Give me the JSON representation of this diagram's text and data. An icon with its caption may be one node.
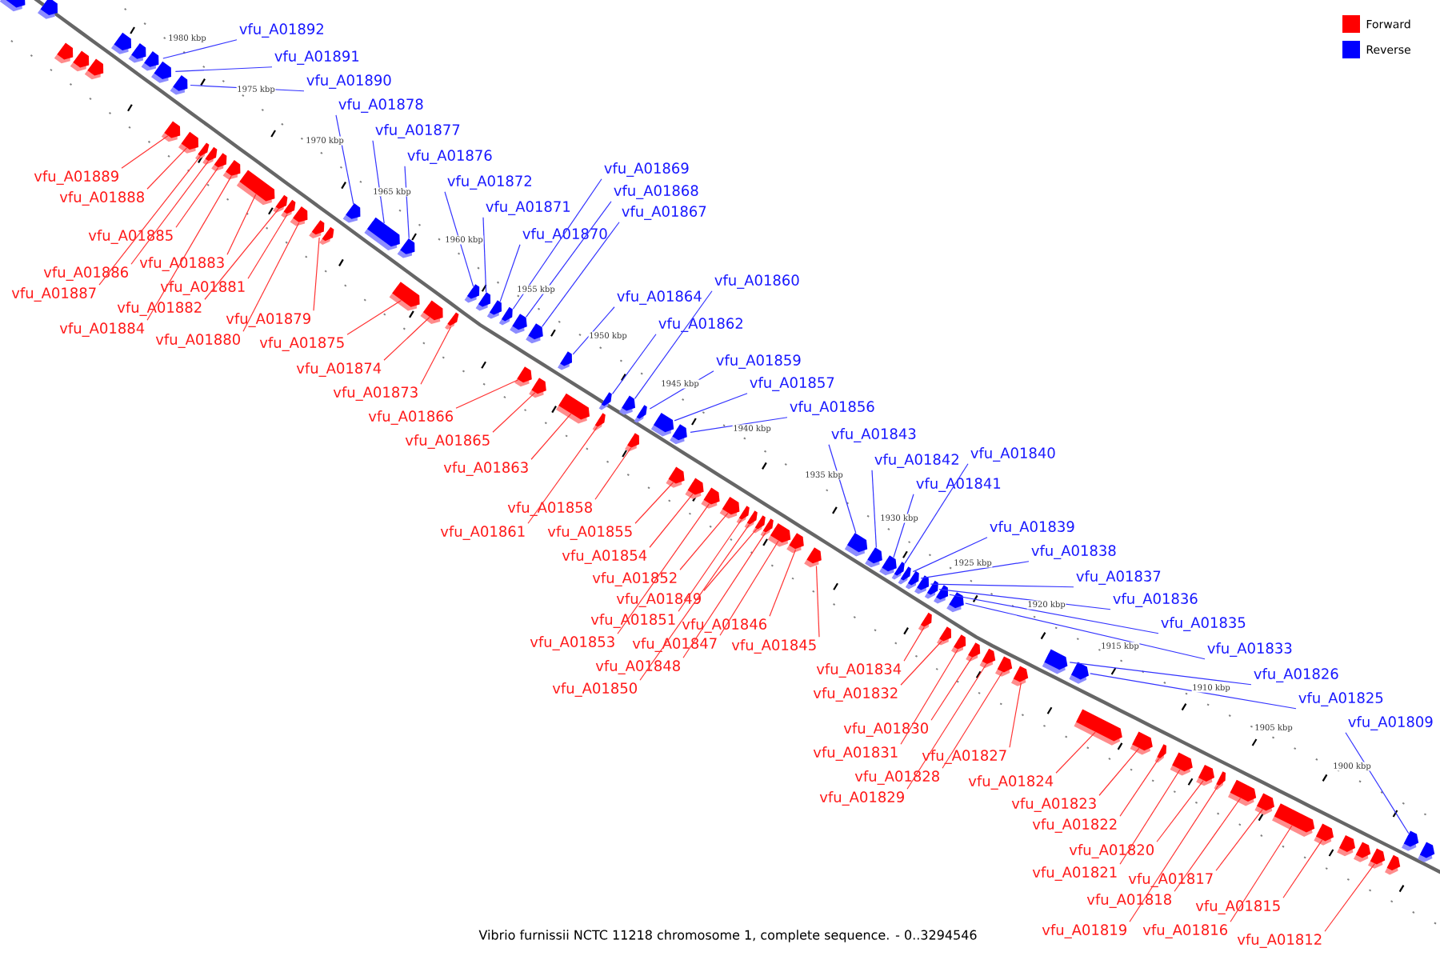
{
  "diagram": {
    "caption": "Vibrio furnissii NCTC 11218 chromosome 1, complete sequence. - 0..3294546",
    "nodes": [
      {
        "text": [
          "vfu_A01892"
        ]
      },
      {
        "text": [
          "vfu_A01891"
        ]
      },
      {
        "text": [
          "vfu_A01890"
        ]
      },
      {
        "text": [
          "vfu_A01878"
        ]
      },
      {
        "text": [
          "vfu_A01877"
        ]
      },
      {
        "text": [
          "vfu_A01876"
        ]
      },
      {
        "text": [
          "vfu_A01872"
        ]
      },
      {
        "text": [
          "vfu_A01871"
        ]
      },
      {
        "text": [
          "vfu_A01870"
        ]
      },
      {
        "text": [
          "vfu_A01869"
        ]
      },
      {
        "text": [
          "vfu_A01868"
        ]
      },
      {
        "text": [
          "vfu_A01867"
        ]
      },
      {
        "text": [
          "vfu_A01864"
        ]
      },
      {
        "text": [
          "vfu_A01860"
        ]
      },
      {
        "text": [
          "vfu_A01862"
        ]
      },
      {
        "text": [
          "vfu_A01859"
        ]
      },
      {
        "text": [
          "vfu_A01857"
        ]
      },
      {
        "text": [
          "vfu_A01856"
        ]
      },
      {
        "text": [
          "vfu_A01843"
        ]
      },
      {
        "text": [
          "vfu_A01842"
        ]
      },
      {
        "text": [
          "vfu_A01840"
        ]
      },
      {
        "text": [
          "vfu_A01841"
        ]
      },
      {
        "text": [
          "vfu_A01839"
        ]
      },
      {
        "text": [
          "vfu_A01838"
        ]
      },
      {
        "text": [
          "vfu_A01837"
        ]
      },
      {
        "text": [
          "vfu_A01836"
        ]
      },
      {
        "text": [
          "vfu_A01835"
        ]
      },
      {
        "text": [
          "vfu_A01833"
        ]
      },
      {
        "text": [
          "vfu_A01826"
        ]
      },
      {
        "text": [
          "vfu_A01825"
        ]
      },
      {
        "text": [
          "vfu_A01809"
        ]
      },
      {
        "text": [
          "vfu_A01889"
        ]
      },
      {
        "text": [
          "vfu_A01888"
        ]
      },
      {
        "text": [
          "vfu_A01885"
        ]
      },
      {
        "text": [
          "vfu_A01886"
        ]
      },
      {
        "text": [
          "vfu_A01883"
        ]
      },
      {
        "text": [
          "vfu_A01887"
        ]
      },
      {
        "text": [
          "vfu_A01881"
        ]
      },
      {
        "text": [
          "vfu_A01882"
        ]
      },
      {
        "text": [
          "vfu_A01884"
        ]
      },
      {
        "text": [
          "vfu_A01879"
        ]
      },
      {
        "text": [
          "vfu_A01880"
        ]
      },
      {
        "text": [
          "vfu_A01875"
        ]
      },
      {
        "text": [
          "vfu_A01874"
        ]
      },
      {
        "text": [
          "vfu_A01873"
        ]
      },
      {
        "text": [
          "vfu_A01866"
        ]
      },
      {
        "text": [
          "vfu_A01865"
        ]
      },
      {
        "text": [
          "vfu_A01863"
        ]
      },
      {
        "text": [
          "vfu_A01858"
        ]
      },
      {
        "text": [
          "vfu_A01861"
        ]
      },
      {
        "text": [
          "vfu_A01855"
        ]
      },
      {
        "text": [
          "vfu_A01854"
        ]
      },
      {
        "text": [
          "vfu_A01852"
        ]
      },
      {
        "text": [
          "vfu_A01849"
        ]
      },
      {
        "text": [
          "vfu_A01851"
        ]
      },
      {
        "text": [
          "vfu_A01853"
        ]
      },
      {
        "text": [
          "vfu_A01846"
        ]
      },
      {
        "text": [
          "vfu_A01847"
        ]
      },
      {
        "text": [
          "vfu_A01845"
        ]
      },
      {
        "text": [
          "vfu_A01848"
        ]
      },
      {
        "text": [
          "vfu_A01850"
        ]
      },
      {
        "text": [
          "vfu_A01834"
        ]
      },
      {
        "text": [
          "vfu_A01832"
        ]
      },
      {
        "text": [
          "vfu_A01830"
        ]
      },
      {
        "text": [
          "vfu_A01831"
        ]
      },
      {
        "text": [
          "vfu_A01827"
        ]
      },
      {
        "text": [
          "vfu_A01828"
        ]
      },
      {
        "text": [
          "vfu_A01829"
        ]
      },
      {
        "text": [
          "vfu_A01824"
        ]
      },
      {
        "text": [
          "vfu_A01823"
        ]
      },
      {
        "text": [
          "vfu_A01822"
        ]
      },
      {
        "text": [
          "vfu_A01820"
        ]
      },
      {
        "text": [
          "vfu_A01821"
        ]
      },
      {
        "text": [
          "vfu_A01817"
        ]
      },
      {
        "text": [
          "vfu_A01818"
        ]
      },
      {
        "text": [
          "vfu_A01815"
        ]
      },
      {
        "text": [
          "vfu_A01819"
        ]
      },
      {
        "text": [
          "vfu_A01816"
        ]
      },
      {
        "text": [
          "vfu_A01812"
        ]
      },
      {
        "text": [],
        "shape": "arrow"
      },
      {
        "text": [],
        "shape": "arrow"
      },
      {
        "text": [],
        "shape": "arrow"
      },
      {
        "text": [],
        "shape": "arrow"
      },
      {
        "text": [],
        "shape": "arrow"
      },
      {
        "text": [],
        "shape": "arrow"
      },
      {
        "text": [],
        "shape": "arrow"
      },
      {
        "text": [],
        "shape": "arrow"
      },
      {
        "text": [],
        "shape": "arrow"
      },
      {
        "text": [],
        "shape": "arrow"
      },
      {
        "text": [],
        "shape": "arrow"
      },
      {
        "text": [],
        "shape": "arrow"
      },
      {
        "text": [],
        "shape": "arrow"
      },
      {
        "text": [],
        "shape": "arrow"
      },
      {
        "text": [],
        "shape": "arrow"
      },
      {
        "text": [],
        "shape": "arrow"
      },
      {
        "text": [],
        "shape": "arrow"
      },
      {
        "text": [],
        "shape": "arrow"
      },
      {
        "text": [],
        "shape": "arrow"
      },
      {
        "text": [],
        "shape": "arrow"
      },
      {
        "text": [],
        "shape": "arrow"
      },
      {
        "text": [],
        "shape": "arrow"
      },
      {
        "text": [],
        "shape": "arrow"
      },
      {
        "text": [],
        "shape": "arrow"
      },
      {
        "text": [],
        "shape": "arrow"
      },
      {
        "text": [],
        "shape": "arrow"
      },
      {
        "text": [],
        "shape": "arrow"
      },
      {
        "text": [],
        "shape": "arrow"
      },
      {
        "text": [],
        "shape": "arrow"
      },
      {
        "text": [],
        "shape": "arrow"
      },
      {
        "text": [],
        "shape": "arrow"
      },
      {
        "text": [],
        "shape": "arrow"
      },
      {
        "text": [],
        "shape": "arrow"
      },
      {
        "text": [],
        "shape": "arrow"
      },
      {
        "text": [],
        "shape": "arrow"
      },
      {
        "text": [],
        "shape": "arrow"
      },
      {
        "text": [],
        "shape": "arrow"
      },
      {
        "text": [],
        "shape": "arrow"
      },
      {
        "text": [],
        "shape": "arrow"
      },
      {
        "text": [],
        "shape": "arrow"
      },
      {
        "text": [],
        "shape": "arrow"
      },
      {
        "text": [],
        "shape": "arrow"
      },
      {
        "text": [],
        "shape": "arrow"
      },
      {
        "text": [],
        "shape": "arrow"
      },
      {
        "text": [],
        "shape": "arrow"
      },
      {
        "text": [],
        "shape": "arrow"
      },
      {
        "text": [],
        "shape": "arrow"
      },
      {
        "text": [],
        "shape": "arrow"
      },
      {
        "text": [],
        "shape": "arrow"
      },
      {
        "text": [],
        "shape": "arrow"
      },
      {
        "text": [],
        "shape": "arrow"
      },
      {
        "text": [],
        "shape": "arrow"
      },
      {
        "text": [],
        "shape": "arrow"
      },
      {
        "text": [],
        "shape": "arrow"
      },
      {
        "text": [],
        "shape": "arrow"
      },
      {
        "text": [],
        "shape": "arrow"
      },
      {
        "text": [],
        "shape": "arrow"
      },
      {
        "text": [],
        "shape": "arrow"
      },
      {
        "text": [],
        "shape": "arrow"
      },
      {
        "text": [],
        "shape": "arrow"
      },
      {
        "text": [],
        "shape": "arrow"
      },
      {
        "text": [],
        "shape": "arrow"
      },
      {
        "text": [],
        "shape": "arrow"
      },
      {
        "text": [],
        "shape": "arrow"
      },
      {
        "text": [],
        "shape": "arrow"
      },
      {
        "text": [],
        "shape": "arrow"
      },
      {
        "text": [],
        "shape": "arrow"
      },
      {
        "text": [],
        "shape": "arrow"
      },
      {
        "text": [],
        "shape": "arrow"
      },
      {
        "text": [],
        "shape": "arrow"
      },
      {
        "text": [],
        "shape": "arrow"
      },
      {
        "text": [],
        "shape": "arrow"
      },
      {
        "text": [],
        "shape": "arrow"
      },
      {
        "text": [],
        "shape": "arrow"
      },
      {
        "text": [],
        "shape": "arrow"
      },
      {
        "text": [],
        "shape": "arrow"
      },
      {
        "text": [],
        "shape": "arrow"
      },
      {
        "text": [],
        "shape": "arrow"
      },
      {
        "text": [],
        "shape": "arrow"
      },
      {
        "text": [],
        "shape": "arrow"
      },
      {
        "text": [],
        "shape": "arrow"
      },
      {
        "text": [],
        "shape": "arrow"
      },
      {
        "text": [],
        "shape": "arrow"
      },
      {
        "text": [],
        "shape": "arrow"
      },
      {
        "text": [],
        "shape": "arrow"
      },
      {
        "text": [],
        "shape": "arrow"
      },
      {
        "text": [],
        "shape": "arrow"
      },
      {
        "text": [],
        "shape": "arrow"
      },
      {
        "text": [],
        "shape": "arrow"
      },
      {
        "text": [],
        "shape": "arrow"
      },
      {
        "text": [],
        "shape": "arrow"
      }
    ],
    "edges": [
      {
        "from": 0,
        "to": 138,
        "arrow": "none",
        "color": "#3333ff"
      },
      {
        "from": 1,
        "to": 139,
        "arrow": "none",
        "color": "#3333ff"
      },
      {
        "from": 2,
        "to": 140,
        "arrow": "none",
        "color": "#3333ff"
      },
      {
        "from": 3,
        "to": 141,
        "arrow": "none",
        "color": "#3333ff"
      },
      {
        "from": 4,
        "to": 142,
        "arrow": "none",
        "color": "#3333ff"
      },
      {
        "from": 5,
        "to": 143,
        "arrow": "none",
        "color": "#3333ff"
      },
      {
        "from": 6,
        "to": 144,
        "arrow": "none",
        "color": "#3333ff"
      },
      {
        "from": 7,
        "to": 145,
        "arrow": "none",
        "color": "#3333ff"
      },
      {
        "from": 8,
        "to": 146,
        "arrow": "none",
        "color": "#3333ff"
      },
      {
        "from": 9,
        "to": 147,
        "arrow": "none",
        "color": "#3333ff"
      },
      {
        "from": 10,
        "to": 148,
        "arrow": "none",
        "color": "#3333ff"
      },
      {
        "from": 11,
        "to": 149,
        "arrow": "none",
        "color": "#3333ff"
      },
      {
        "from": 12,
        "to": 150,
        "arrow": "none",
        "color": "#3333ff"
      },
      {
        "from": 13,
        "to": 152,
        "arrow": "none",
        "color": "#3333ff"
      },
      {
        "from": 14,
        "to": 151,
        "arrow": "none",
        "color": "#3333ff"
      },
      {
        "from": 15,
        "to": 153,
        "arrow": "none",
        "color": "#3333ff"
      },
      {
        "from": 16,
        "to": 154,
        "arrow": "none",
        "color": "#3333ff"
      },
      {
        "from": 17,
        "to": 155,
        "arrow": "none",
        "color": "#3333ff"
      },
      {
        "from": 18,
        "to": 156,
        "arrow": "none",
        "color": "#3333ff"
      },
      {
        "from": 19,
        "to": 157,
        "arrow": "none",
        "color": "#3333ff"
      },
      {
        "from": 20,
        "to": 159,
        "arrow": "none",
        "color": "#3333ff"
      },
      {
        "from": 21,
        "to": 158,
        "arrow": "none",
        "color": "#3333ff"
      },
      {
        "from": 22,
        "to": 160,
        "arrow": "none",
        "color": "#3333ff"
      },
      {
        "from": 23,
        "to": 161,
        "arrow": "none",
        "color": "#3333ff"
      },
      {
        "from": 24,
        "to": 162,
        "arrow": "none",
        "color": "#3333ff"
      },
      {
        "from": 25,
        "to": 163,
        "arrow": "none",
        "color": "#3333ff"
      },
      {
        "from": 26,
        "to": 164,
        "arrow": "none",
        "color": "#3333ff"
      },
      {
        "from": 27,
        "to": 165,
        "arrow": "none",
        "color": "#3333ff"
      },
      {
        "from": 28,
        "to": 166,
        "arrow": "none",
        "color": "#3333ff"
      },
      {
        "from": 29,
        "to": 167,
        "arrow": "none",
        "color": "#3333ff"
      },
      {
        "from": 30,
        "to": 168,
        "arrow": "none",
        "color": "#3333ff"
      },
      {
        "from": 31,
        "to": 82,
        "arrow": "none"
      },
      {
        "from": 32,
        "to": 83,
        "arrow": "none"
      },
      {
        "from": 33,
        "to": 86,
        "arrow": "none"
      },
      {
        "from": 34,
        "to": 85,
        "arrow": "none"
      },
      {
        "from": 35,
        "to": 88,
        "arrow": "none"
      },
      {
        "from": 36,
        "to": 84,
        "arrow": "none"
      },
      {
        "from": 37,
        "to": 90,
        "arrow": "none"
      },
      {
        "from": 38,
        "to": 89,
        "arrow": "none"
      },
      {
        "from": 39,
        "to": 87,
        "arrow": "none"
      },
      {
        "from": 40,
        "to": 92,
        "arrow": "none"
      },
      {
        "from": 41,
        "to": 91,
        "arrow": "none"
      },
      {
        "from": 42,
        "to": 94,
        "arrow": "none"
      },
      {
        "from": 43,
        "to": 95,
        "arrow": "none"
      },
      {
        "from": 44,
        "to": 96,
        "arrow": "none"
      },
      {
        "from": 45,
        "to": 97,
        "arrow": "none"
      },
      {
        "from": 46,
        "to": 98,
        "arrow": "none"
      },
      {
        "from": 47,
        "to": 99,
        "arrow": "none"
      },
      {
        "from": 48,
        "to": 101,
        "arrow": "none"
      },
      {
        "from": 49,
        "to": 100,
        "arrow": "none"
      },
      {
        "from": 50,
        "to": 102,
        "arrow": "none"
      },
      {
        "from": 51,
        "to": 103,
        "arrow": "none"
      },
      {
        "from": 52,
        "to": 105,
        "arrow": "none"
      },
      {
        "from": 53,
        "to": 108,
        "arrow": "none"
      },
      {
        "from": 54,
        "to": 106,
        "arrow": "none"
      },
      {
        "from": 55,
        "to": 104,
        "arrow": "none"
      },
      {
        "from": 56,
        "to": 111,
        "arrow": "none"
      },
      {
        "from": 57,
        "to": 110,
        "arrow": "none"
      },
      {
        "from": 58,
        "to": 112,
        "arrow": "none"
      },
      {
        "from": 59,
        "to": 109,
        "arrow": "none"
      },
      {
        "from": 60,
        "to": 107,
        "arrow": "none"
      },
      {
        "from": 61,
        "to": 113,
        "arrow": "none"
      },
      {
        "from": 62,
        "to": 114,
        "arrow": "none"
      },
      {
        "from": 63,
        "to": 116,
        "arrow": "none"
      },
      {
        "from": 64,
        "to": 115,
        "arrow": "none"
      },
      {
        "from": 65,
        "to": 119,
        "arrow": "none"
      },
      {
        "from": 66,
        "to": 118,
        "arrow": "none"
      },
      {
        "from": 67,
        "to": 117,
        "arrow": "none"
      },
      {
        "from": 68,
        "to": 120,
        "arrow": "none"
      },
      {
        "from": 69,
        "to": 121,
        "arrow": "none"
      },
      {
        "from": 70,
        "to": 122,
        "arrow": "none"
      },
      {
        "from": 71,
        "to": 124,
        "arrow": "none"
      },
      {
        "from": 72,
        "to": 123,
        "arrow": "none"
      },
      {
        "from": 73,
        "to": 127,
        "arrow": "none"
      },
      {
        "from": 74,
        "to": 126,
        "arrow": "none"
      },
      {
        "from": 75,
        "to": 129,
        "arrow": "none"
      },
      {
        "from": 76,
        "to": 125,
        "arrow": "none"
      },
      {
        "from": 77,
        "to": 128,
        "arrow": "none"
      },
      {
        "from": 78,
        "to": 132,
        "arrow": "none"
      }
    ],
    "labels": [
      "1980 kbp",
      "1975 kbp",
      "1970 kbp",
      "1965 kbp",
      "1960 kbp",
      "1955 kbp",
      "1950 kbp",
      "1945 kbp",
      "1940 kbp",
      "1935 kbp",
      "1930 kbp",
      "1925 kbp",
      "1920 kbp",
      "1915 kbp",
      "1910 kbp",
      "1905 kbp",
      "1900 kbp"
    ],
    "legend": [
      {
        "text": "Forward",
        "color": "#ff0000"
      },
      {
        "text": "Reverse",
        "color": "#0000ff"
      }
    ]
  }
}
